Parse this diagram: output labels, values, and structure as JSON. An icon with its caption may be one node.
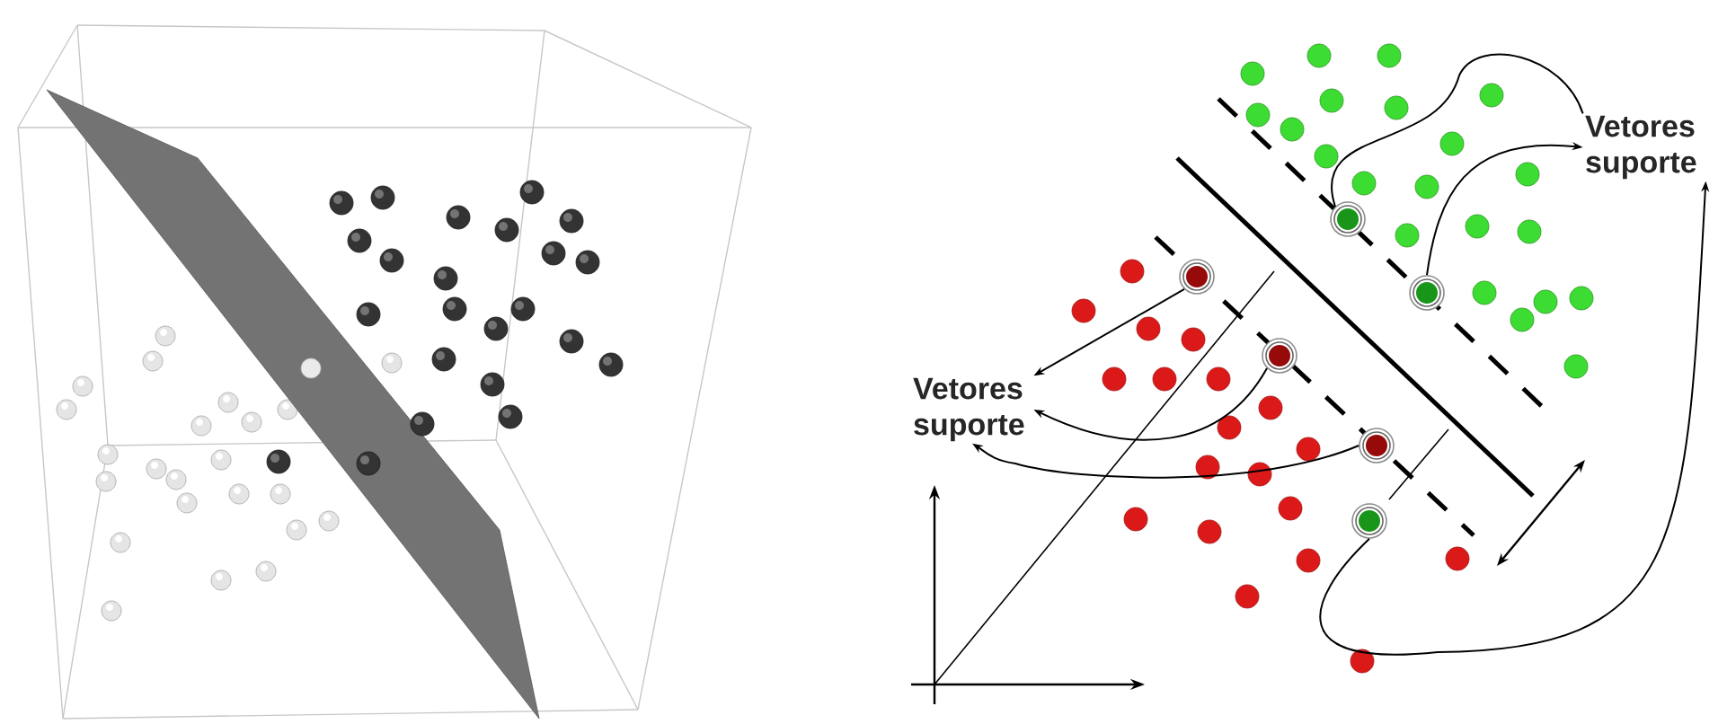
{
  "diagram": {
    "nodes": [
      {
        "text": [
          "Vetores suporte"
        ]
      },
      {
        "text": [
          "Vetores suporte"
        ]
      },
      {
        "text": [],
        "shape": "circle"
      },
      {
        "text": [],
        "shape": "circle"
      },
      {
        "text": [],
        "shape": "circle"
      },
      {
        "text": [],
        "shape": "circle"
      },
      {
        "text": [],
        "shape": "circle"
      },
      {
        "text": [],
        "shape": "circle"
      }
    ],
    "edges": [
      {
        "from": 2,
        "to": 0,
        "arrow": "none"
      },
      {
        "from": 3,
        "to": 0,
        "arrow": "to"
      },
      {
        "from": 4,
        "to": 0,
        "arrow": "to"
      },
      {
        "from": 5,
        "to": 1,
        "arrow": "to"
      },
      {
        "from": 6,
        "to": 1,
        "arrow": "to"
      },
      {
        "from": 7,
        "to": 1,
        "arrow": "to"
      }
    ]
  }
}
